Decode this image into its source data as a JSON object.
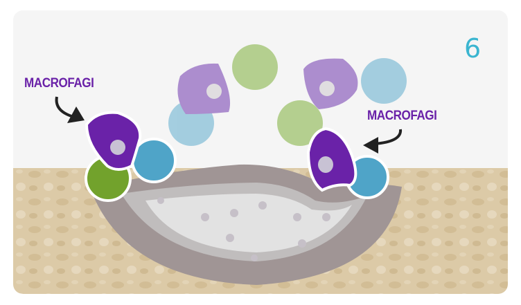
{
  "step_number": "6",
  "labels": {
    "left": "MACROFAGI",
    "right": "MACROFAGI"
  },
  "colors": {
    "sky": "#f5f5f5",
    "ground": "#dccaa7",
    "macrophage": "#6a22a8",
    "macrophage_faded": "#a986cc",
    "green_cell": "#72a22c",
    "blue_cell": "#4fa4c8",
    "step": "#3ab5d0"
  }
}
